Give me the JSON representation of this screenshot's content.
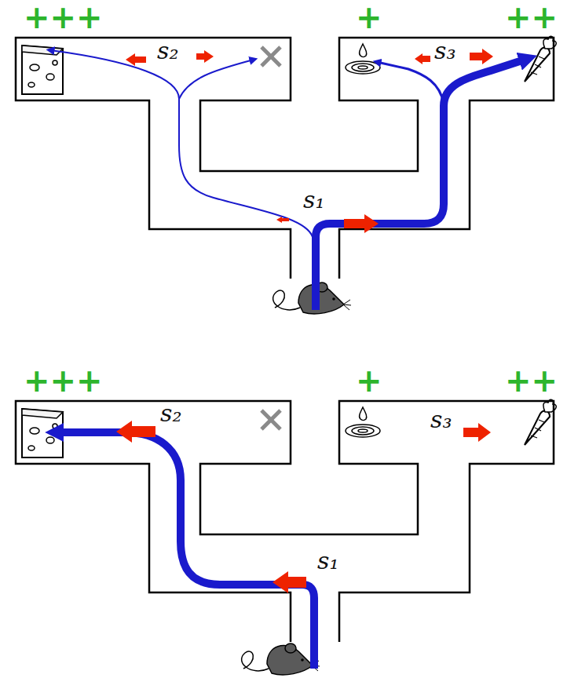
{
  "diagram": {
    "labels": [
      "+++",
      "+",
      "++",
      "s₂",
      "s₃",
      "s₁",
      "+++",
      "+",
      "++",
      "s₂",
      "s₃",
      "s₁"
    ]
  }
}
